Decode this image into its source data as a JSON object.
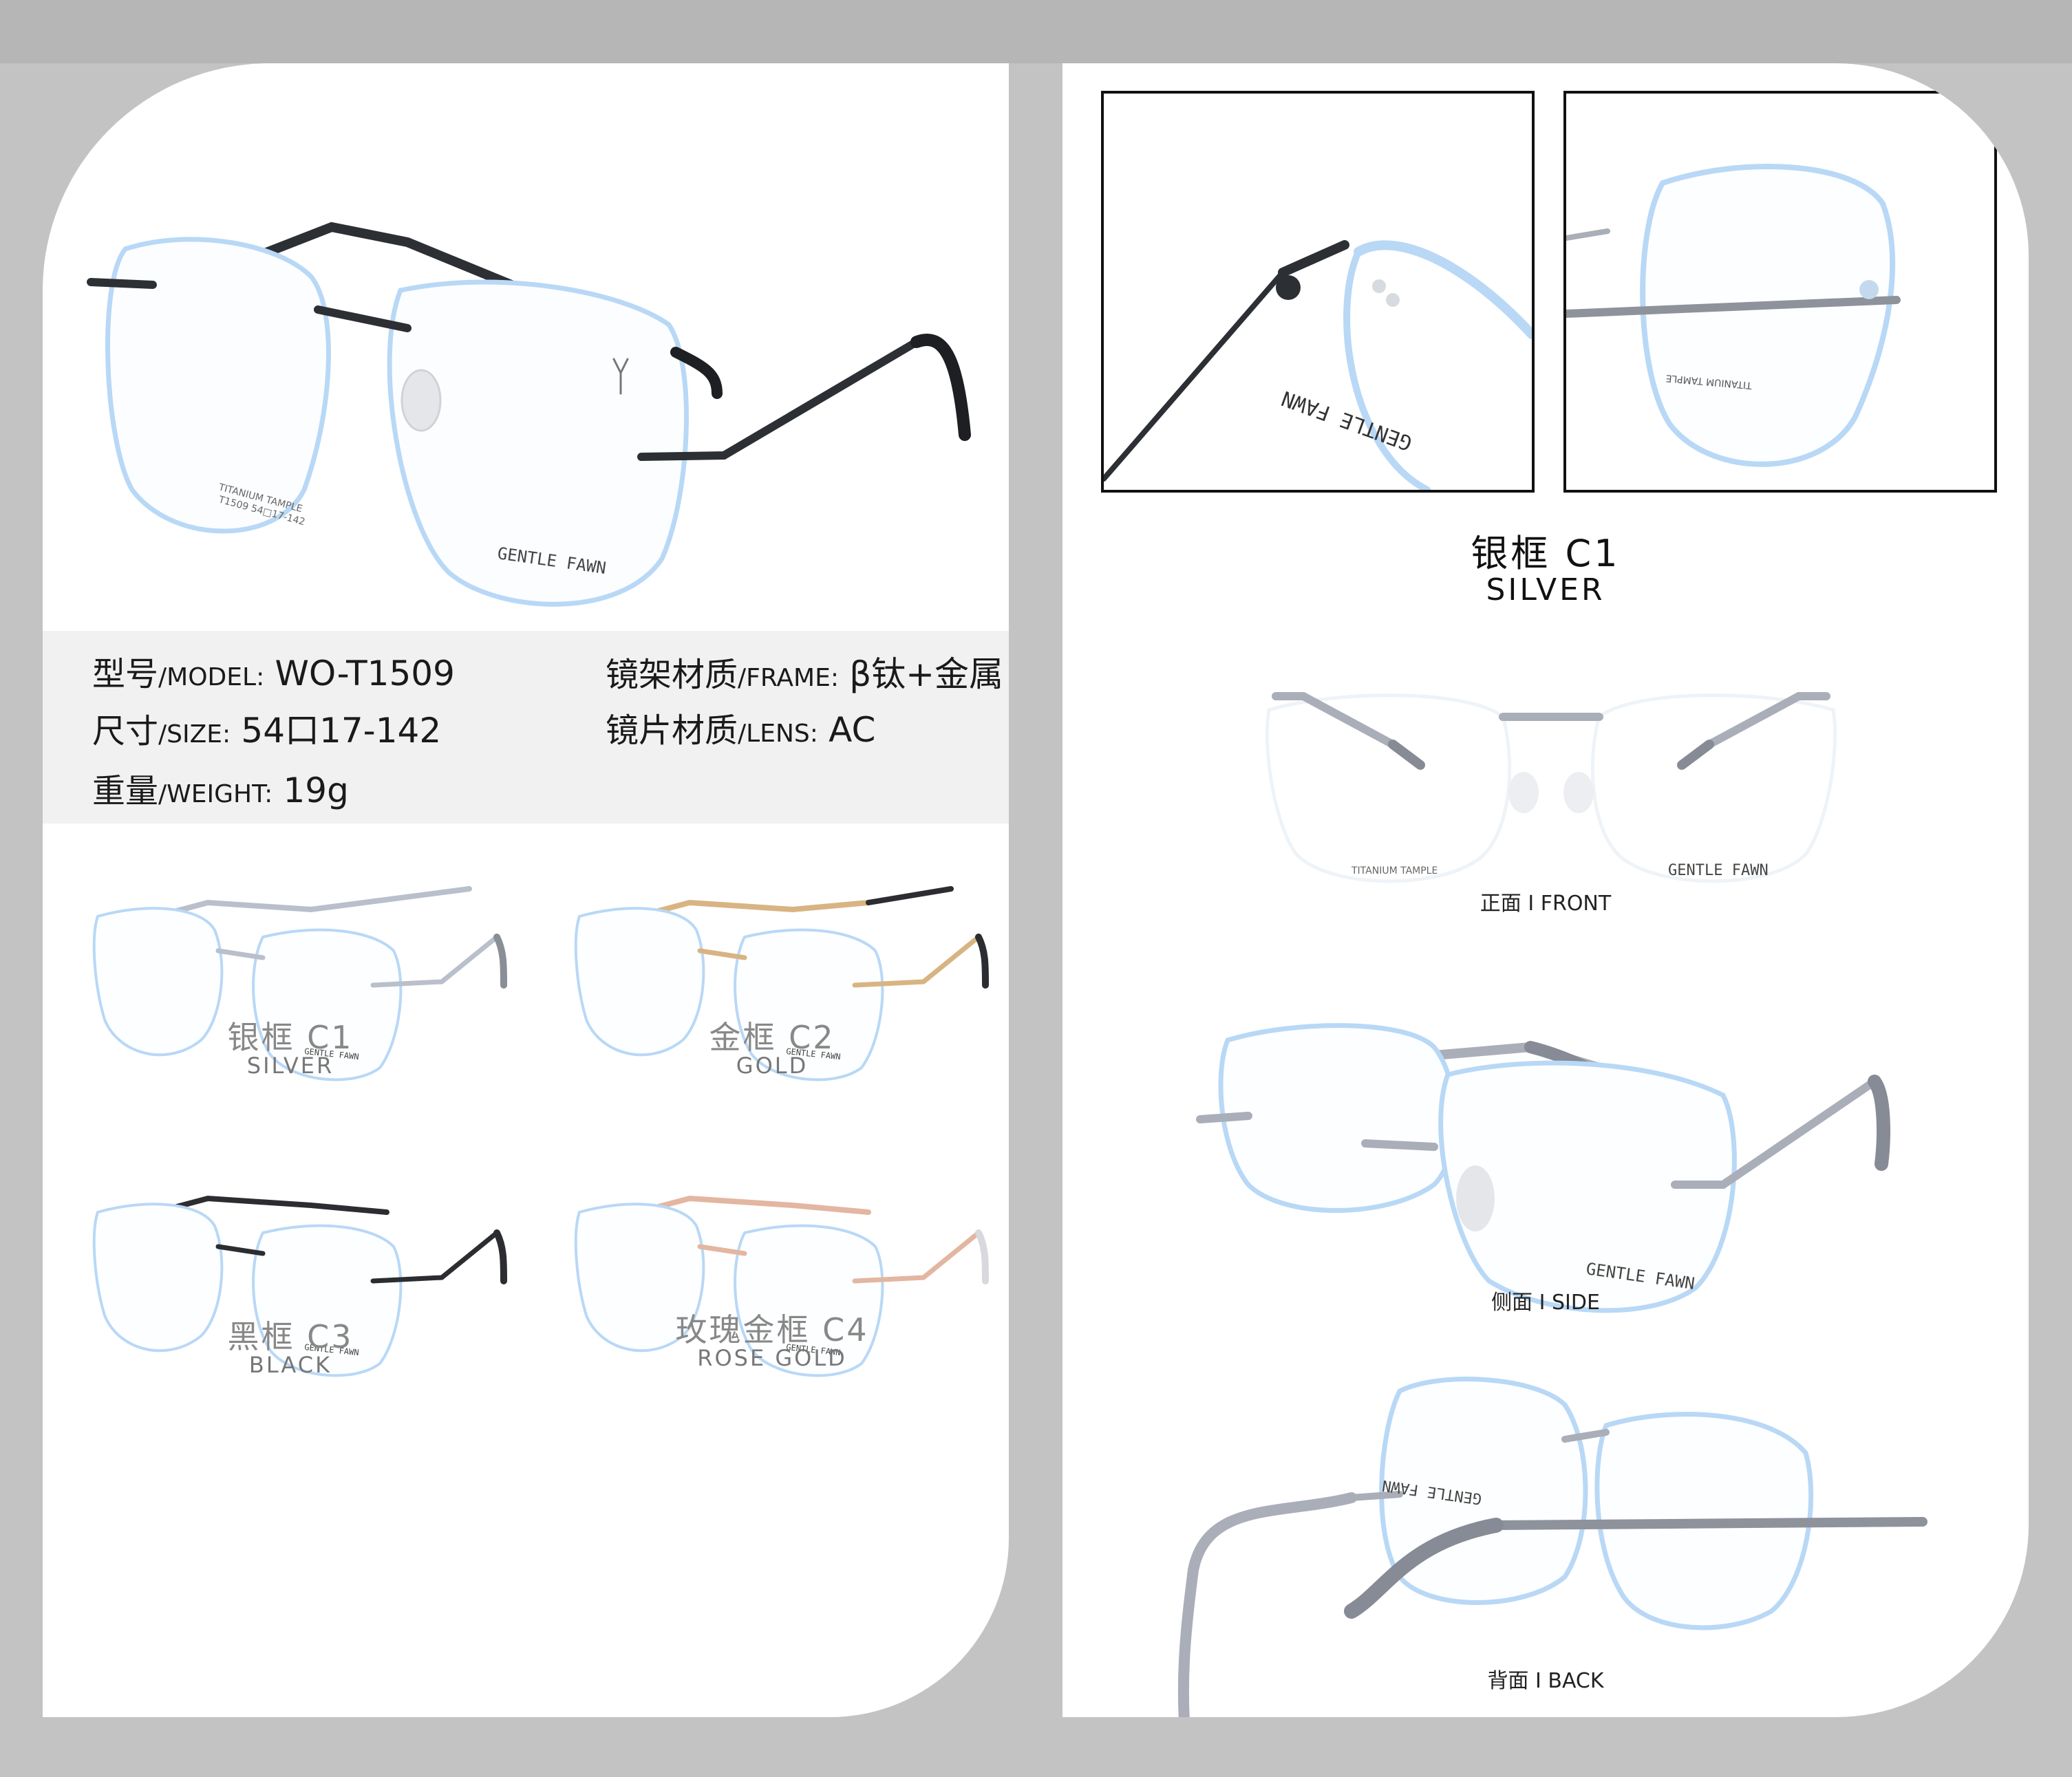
{
  "specs": {
    "model_label": "型号",
    "model_label_en": "/MODEL:",
    "model_value": "WO-T1509",
    "size_label": "尺寸",
    "size_label_en": "/SIZE:",
    "size_value": "54口17-142",
    "weight_label": "重量",
    "weight_label_en": "/WEIGHT:",
    "weight_value": "19g",
    "frame_label": "镜架材质",
    "frame_label_en": "/FRAME:",
    "frame_value": "β钛+金属",
    "lens_label": "镜片材质",
    "lens_label_en": "/LENS:",
    "lens_value": "AC"
  },
  "brand": {
    "lens_mark": "GENTLE FAWN",
    "temple_text": "TITANIUM TAMPLE",
    "temple_size": "T1509 54□17-142"
  },
  "variants": [
    {
      "name": "银框 C1",
      "sub": "SILVER",
      "color": "#b9bfcb"
    },
    {
      "name": "金框 C2",
      "sub": "GOLD",
      "color": "#d8b483"
    },
    {
      "name": "黑框 C3",
      "sub": "BLACK",
      "color": "#2b2d30"
    },
    {
      "name": "玫瑰金框 C4",
      "sub": "ROSE GOLD",
      "color": "#e3b6a1"
    }
  ],
  "right": {
    "title": "银框 C1",
    "subtitle": "SILVER",
    "views": [
      {
        "label": "正面 I FRONT"
      },
      {
        "label": "侧面 I SIDE"
      },
      {
        "label": "背面 I BACK"
      }
    ]
  },
  "colors": {
    "lens_edge": "#b8d8f6",
    "hero_frame": "#2c2f34",
    "silver_frame": "#a9aeb8"
  }
}
